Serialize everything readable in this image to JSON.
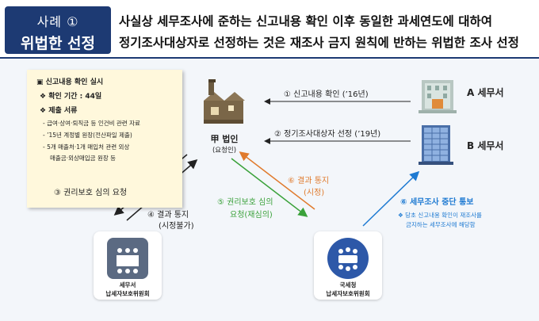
{
  "header": {
    "badge_line1": "사례 ①",
    "badge_line2": "위법한 선정",
    "line1": "사실상 세무조사에 준하는 신고내용 확인 이후 동일한 과세연도에 대하여",
    "line2": "정기조사대상자로 선정하는 것은 재조사 금지 원칙에 반하는 위법한 조사 선정"
  },
  "note": {
    "heading": "▣ 신고내용 확인 실시",
    "item1": "❖ 확인 기간 : 44일",
    "item2": "❖ 제출 서류",
    "sub1": "- 급여·상여·퇴직금 등 인건비 관련 자료",
    "sub2": "- ’15년 계정별 원장(전산파일 제출)",
    "sub3a": "- 5개 매출처·1개 매입처 관련 외상",
    "sub3b": "매출금·외상매입금 원장 등"
  },
  "company": {
    "name": "甲 법인",
    "role": "(요청인)"
  },
  "offices": {
    "a": "A 세무서",
    "b": "B 세무서"
  },
  "steps": {
    "s1": "① 신고내용 확인 (’16년)",
    "s2": "② 정기조사대상자 선정 (’19년)",
    "s3": "③ 권리보호 심의 요청",
    "s4a": "④ 결과 통지",
    "s4b": "(시정불가)",
    "s5a": "⑤ 권리보호 심의",
    "s5b": "요청(재심의)",
    "s6a": "⑥ 결과 통지",
    "s6b": "(시정)",
    "s7": "⑥ 세무조사 중단 통보",
    "s7n1": "❖ 당초 신고내용 확인이 재조사를",
    "s7n2": "금지하는 세무조사에 해당함"
  },
  "committees": {
    "left_l1": "세무서",
    "left_l2": "납세자보호위원회",
    "right_l1": "국세청",
    "right_l2": "납세자보호위원회"
  },
  "colors": {
    "navy": "#1d3a73",
    "green": "#3aa13a",
    "orange": "#e07a2c",
    "blue": "#1e7ad2"
  }
}
